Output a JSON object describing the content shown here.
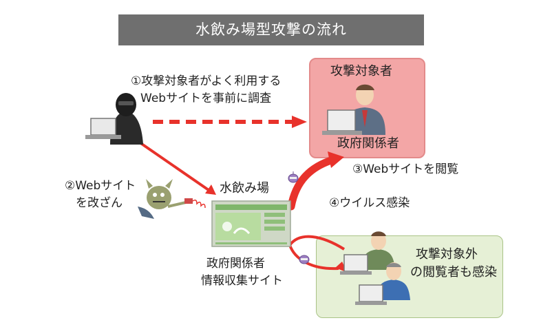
{
  "title": "水飲み場型攻撃の流れ",
  "steps": {
    "step1_line1": "①攻撃対象者がよく利用する",
    "step1_line2": "Webサイトを事前に調査",
    "step2_line1": "②Webサイト",
    "step2_line2": "を改ざん",
    "step3": "③Webサイトを閲覧",
    "step4": "④ウイルス感染"
  },
  "target": {
    "heading": "攻撃対象者",
    "subtitle": "政府関係者"
  },
  "watering_hole": {
    "heading": "水飲み場",
    "caption_line1": "政府関係者",
    "caption_line2": "情報収集サイト"
  },
  "others": {
    "line1": "攻撃対象外",
    "line2": "の閲覧者も感染"
  },
  "colors": {
    "title_bg": "#6f6f6f",
    "arrow_red": "#e8322b",
    "target_bg": "#f3a6a6",
    "others_bg": "#e6f0d6",
    "site_green": "#7fb66b"
  }
}
